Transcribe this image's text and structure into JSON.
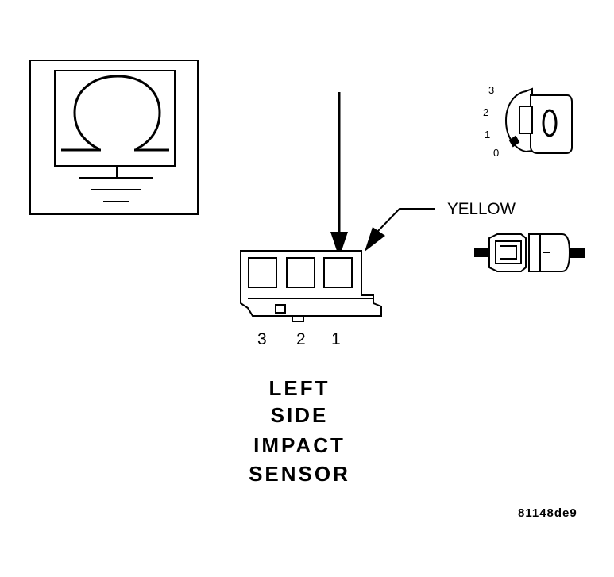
{
  "ohmmeter": {
    "symbol": "Ω"
  },
  "ignition_switch": {
    "positions": [
      "3",
      "2",
      "1",
      "0"
    ],
    "key_symbol": "O"
  },
  "wire": {
    "color_label": "YELLOW"
  },
  "connector": {
    "pin_labels": [
      "3",
      "2",
      "1"
    ]
  },
  "title": {
    "lines": [
      "LEFT",
      "SIDE",
      "IMPACT",
      "SENSOR"
    ]
  },
  "figure_code": "81148de9",
  "colors": {
    "ink": "#000000",
    "background": "#ffffff"
  }
}
